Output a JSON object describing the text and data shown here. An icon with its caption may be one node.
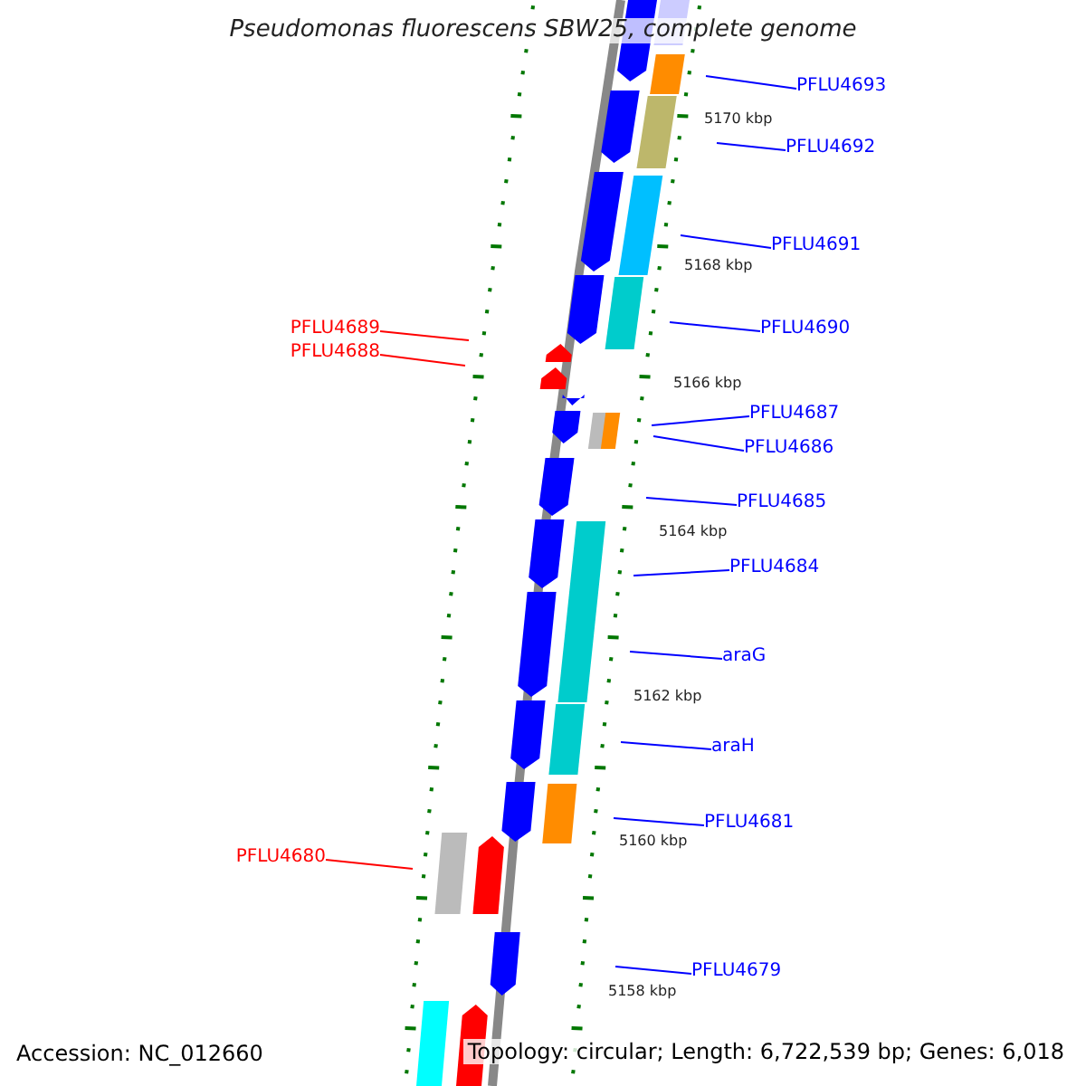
{
  "diagram": {
    "title": "Pseudomonas fluorescens SBW25, complete genome",
    "nodes": [
      {
        "text": [
          "PFLU4693"
        ]
      },
      {
        "text": [
          "PFLU4692"
        ]
      },
      {
        "text": [
          "PFLU4691"
        ]
      },
      {
        "text": [
          "PFLU4690"
        ]
      },
      {
        "text": [
          "PFLU4689"
        ]
      },
      {
        "text": [
          "PFLU4688"
        ]
      },
      {
        "text": [
          "PFLU4687"
        ]
      },
      {
        "text": [
          "PFLU4686"
        ]
      },
      {
        "text": [
          "PFLU4685"
        ]
      },
      {
        "text": [
          "PFLU4684"
        ]
      },
      {
        "text": [
          "araG"
        ]
      },
      {
        "text": [
          "araH"
        ]
      },
      {
        "text": [
          "PFLU4681"
        ]
      },
      {
        "text": [
          "PFLU4680"
        ]
      },
      {
        "text": [
          "PFLU4679"
        ]
      }
    ],
    "edges": [
      {
        "from": 0,
        "to": null,
        "arrow": "none"
      },
      {
        "from": 1,
        "to": null,
        "arrow": "none"
      },
      {
        "from": 2,
        "to": null,
        "arrow": "none"
      },
      {
        "from": 3,
        "to": null,
        "arrow": "none"
      },
      {
        "from": 4,
        "to": null,
        "arrow": "none",
        "color": "#ff0000"
      },
      {
        "from": 5,
        "to": null,
        "arrow": "none",
        "color": "#ff0000"
      },
      {
        "from": 6,
        "to": null,
        "arrow": "none"
      },
      {
        "from": 7,
        "to": null,
        "arrow": "none"
      },
      {
        "from": 8,
        "to": null,
        "arrow": "none"
      },
      {
        "from": 9,
        "to": null,
        "arrow": "none"
      },
      {
        "from": 10,
        "to": null,
        "arrow": "none"
      },
      {
        "from": 11,
        "to": null,
        "arrow": "none"
      },
      {
        "from": 12,
        "to": null,
        "arrow": "none"
      },
      {
        "from": 13,
        "to": null,
        "arrow": "none",
        "color": "#ff0000"
      },
      {
        "from": 14,
        "to": null,
        "arrow": "none"
      }
    ],
    "labels": [
      "5170 kbp",
      "5168 kbp",
      "5166 kbp",
      "5164 kbp",
      "5162 kbp",
      "5160 kbp",
      "5158 kbp",
      "Accession: NC_012660",
      "Topology: circular; Length: 6,722,539 bp; Genes: 6,018"
    ]
  }
}
